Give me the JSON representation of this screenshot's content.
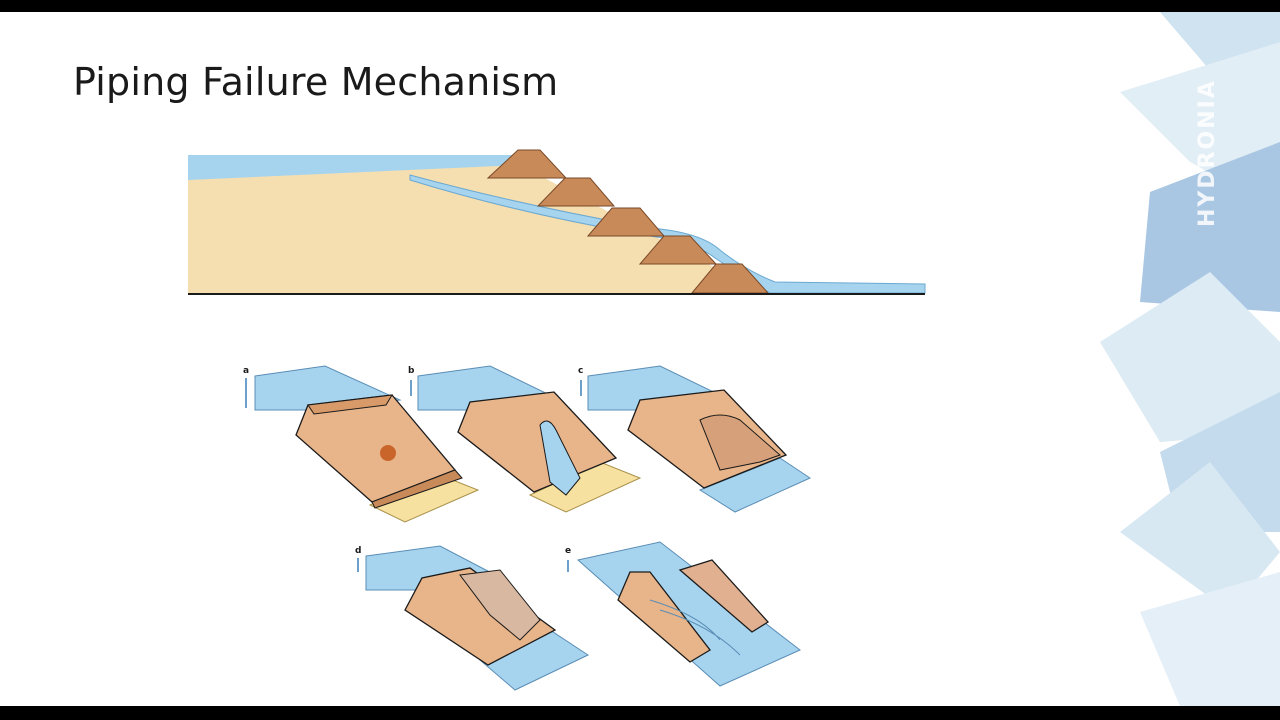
{
  "slide": {
    "title": "Piping Failure Mechanism",
    "logo_text": "HYDRONIA"
  },
  "colors": {
    "water": "#a6d4ef",
    "sand": "#f5deb0",
    "dam_brown": "#c98a5a",
    "dam_face": "#e8b48a",
    "outline": "#1a1a1a"
  },
  "stages": [
    {
      "label": "a"
    },
    {
      "label": "b"
    },
    {
      "label": "c"
    },
    {
      "label": "d"
    },
    {
      "label": "e"
    }
  ]
}
